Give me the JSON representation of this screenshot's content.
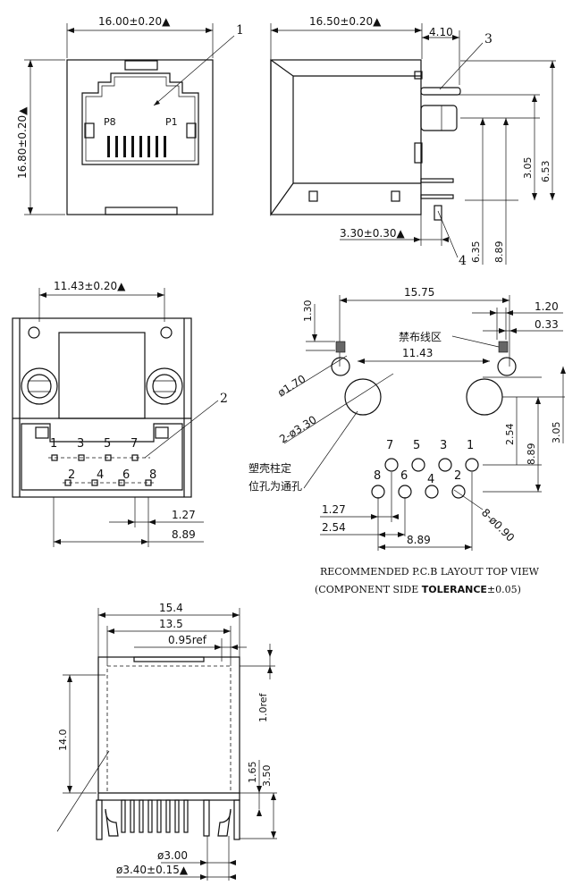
{
  "front_view": {
    "width_dim": "16.00±0.20▲",
    "height_dim": "16.80±0.20▲",
    "pin_left": "P8",
    "pin_right": "P1",
    "balloon": "1"
  },
  "side_view": {
    "length_dim": "16.50±0.20▲",
    "top_dim": "4.10",
    "balloon_top": "3",
    "dim_305": "3.05",
    "dim_653": "6.53",
    "dim_635": "6.35",
    "dim_889": "8.89",
    "bottom_dim": "3.30±0.30▲",
    "balloon_bottom": "4"
  },
  "bottom_view": {
    "width_dim": "11.43±0.20▲",
    "balloon": "2",
    "pins_top": [
      "1",
      "3",
      "5",
      "7"
    ],
    "pins_bottom": [
      "2",
      "4",
      "6",
      "8"
    ],
    "pitch_dim": "1.27",
    "span_dim": "8.89"
  },
  "pcb_layout": {
    "dim_130": "1.30",
    "dim_1575": "15.75",
    "dim_120": "1.20",
    "dim_033": "0.33",
    "keepout_label": "禁布线区",
    "dim_1143": "11.43",
    "dia_170": "ø1.70",
    "dia_330": "2-ø3.30",
    "dim_254_v": "2.54",
    "dim_889_v": "8.89",
    "dim_305_v": "3.05",
    "pins_top": [
      "7",
      "5",
      "3",
      "1"
    ],
    "pins_bottom": [
      "8",
      "6",
      "4",
      "2"
    ],
    "locator_line1": "塑壳柱定",
    "locator_line2": "位孔为通孔",
    "dim_127": "1.27",
    "dim_254": "2.54",
    "dim_889": "8.89",
    "dia_090": "8-ø0.90",
    "caption_line1": "RECOMMENDED P.C.B LAYOUT TOP VIEW",
    "caption_line2_a": "(COMPONENT SIDE ",
    "caption_line2_b": "TOLERANCE",
    "caption_line2_c": "±0.05)"
  },
  "shield_view": {
    "dim_154": "15.4",
    "dim_135": "13.5",
    "dim_095": "0.95ref",
    "dim_140": "14.0",
    "dim_10ref": "1.0ref",
    "dim_165": "1.65",
    "dim_350": "3.50",
    "dia_300": "ø3.00",
    "dia_340": "ø3.40±0.15▲"
  }
}
